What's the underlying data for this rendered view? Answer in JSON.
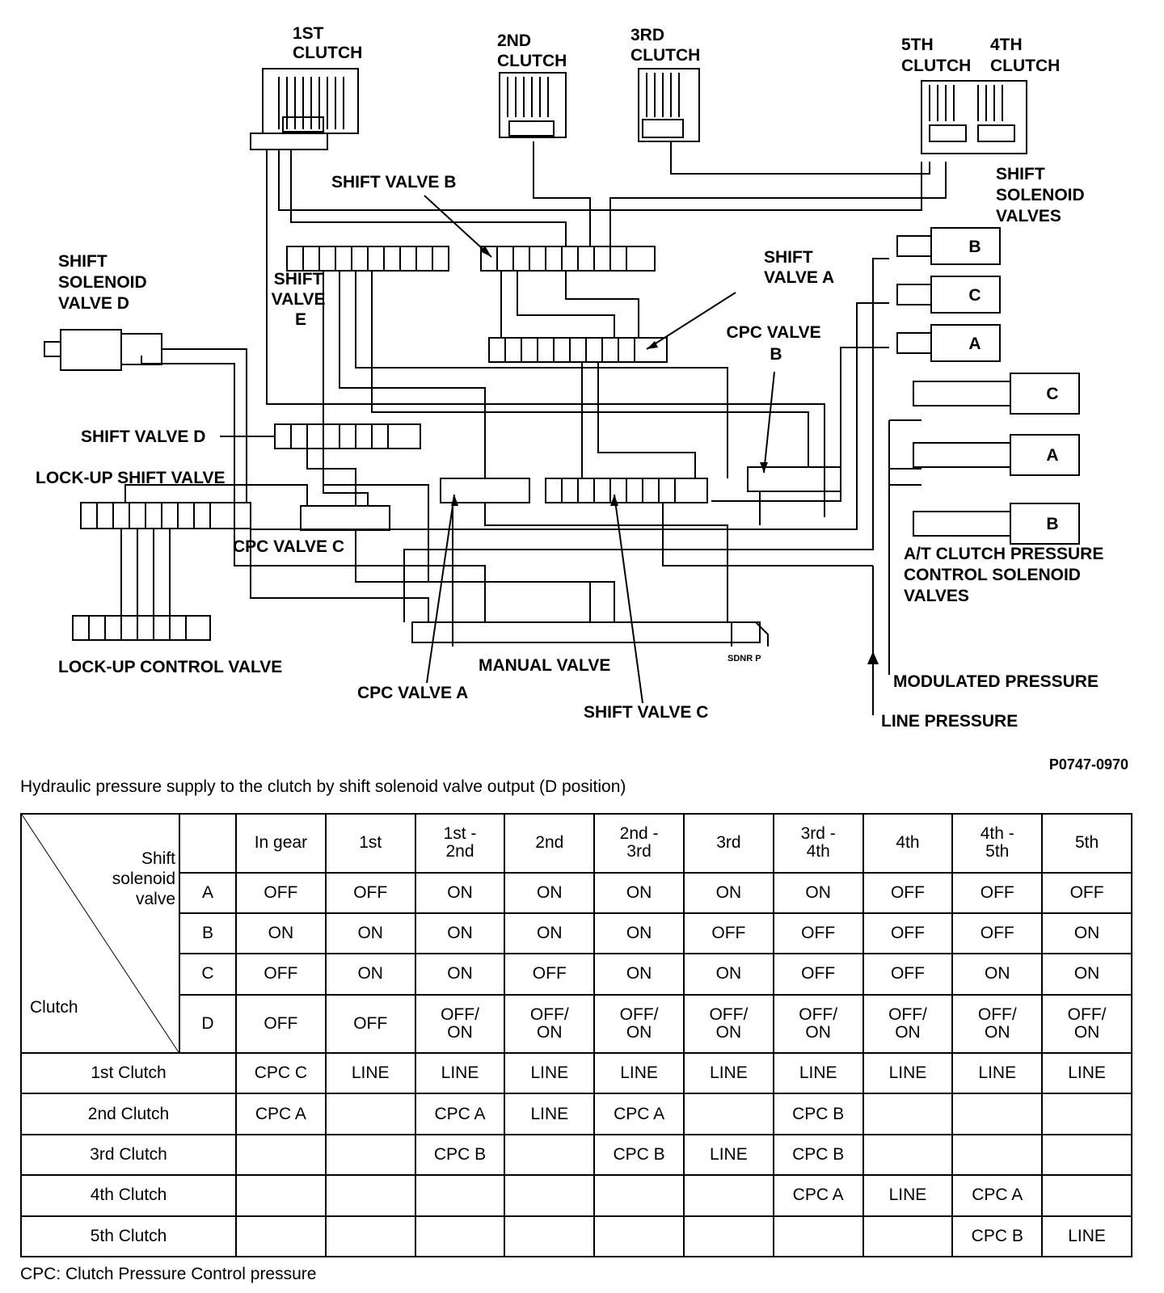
{
  "diagram": {
    "id": "P0747-0970",
    "labels": {
      "clutch1": [
        "1ST",
        "CLUTCH"
      ],
      "clutch2": [
        "2ND",
        "CLUTCH"
      ],
      "clutch3": [
        "3RD",
        "CLUTCH"
      ],
      "clutch5": [
        "5TH",
        "CLUTCH"
      ],
      "clutch4": [
        "4TH",
        "CLUTCH"
      ],
      "shift_solenoid_valves": [
        "SHIFT",
        "SOLENOID",
        "VALVES"
      ],
      "shift_valve_b": "SHIFT VALVE B",
      "shift_valve_a": [
        "SHIFT",
        "VALVE A"
      ],
      "shift_solenoid_valve_d": [
        "SHIFT",
        "SOLENOID",
        "VALVE D"
      ],
      "shift_valve_e": [
        "SHIFT",
        "VALVE",
        "E"
      ],
      "cpc_valve_b": [
        "CPC VALVE",
        "B"
      ],
      "shift_valve_d": "SHIFT VALVE D",
      "lock_up_shift_valve": "LOCK-UP SHIFT VALVE",
      "cpc_valve_c": "CPC VALVE C",
      "lock_up_control_valve": "LOCK-UP CONTROL VALVE",
      "manual_valve": "MANUAL VALVE",
      "cpc_valve_a": "CPC VALVE A",
      "shift_valve_c": "SHIFT VALVE C",
      "at_clutch_pressure": [
        "A/T CLUTCH PRESSURE",
        "CONTROL SOLENOID",
        "VALVES"
      ],
      "modulated_pressure": "MODULATED PRESSURE",
      "line_pressure": "LINE PRESSURE",
      "manual_positions": "SDNR  P"
    },
    "shift_solenoids": [
      "B",
      "C",
      "A"
    ],
    "cpc_solenoids": [
      "C",
      "A",
      "B"
    ]
  },
  "caption": "Hydraulic pressure supply to the clutch by shift solenoid valve output (D position)",
  "footnote": "CPC: Clutch Pressure Control pressure",
  "table": {
    "corner_top": [
      "Shift",
      "solenoid",
      "valve"
    ],
    "corner_bottom": "Clutch",
    "columns": [
      "In gear",
      "1st",
      "1st -\n2nd",
      "2nd",
      "2nd -\n3rd",
      "3rd",
      "3rd -\n4th",
      "4th",
      "4th -\n5th",
      "5th"
    ],
    "solenoid_rows": [
      {
        "name": "A",
        "values": [
          "OFF",
          "OFF",
          "ON",
          "ON",
          "ON",
          "ON",
          "ON",
          "OFF",
          "OFF",
          "OFF"
        ]
      },
      {
        "name": "B",
        "values": [
          "ON",
          "ON",
          "ON",
          "ON",
          "ON",
          "OFF",
          "OFF",
          "OFF",
          "OFF",
          "ON"
        ]
      },
      {
        "name": "C",
        "values": [
          "OFF",
          "ON",
          "ON",
          "OFF",
          "ON",
          "ON",
          "OFF",
          "OFF",
          "ON",
          "ON"
        ]
      },
      {
        "name": "D",
        "values": [
          "OFF",
          "OFF",
          "OFF/\nON",
          "OFF/\nON",
          "OFF/\nON",
          "OFF/\nON",
          "OFF/\nON",
          "OFF/\nON",
          "OFF/\nON",
          "OFF/\nON"
        ]
      }
    ],
    "clutch_rows": [
      {
        "name": "1st Clutch",
        "values": [
          "CPC C",
          "LINE",
          "LINE",
          "LINE",
          "LINE",
          "LINE",
          "LINE",
          "LINE",
          "LINE",
          "LINE"
        ]
      },
      {
        "name": "2nd Clutch",
        "values": [
          "CPC A",
          "",
          "CPC A",
          "LINE",
          "CPC A",
          "",
          "CPC B",
          "",
          "",
          ""
        ]
      },
      {
        "name": "3rd Clutch",
        "values": [
          "",
          "",
          "CPC B",
          "",
          "CPC B",
          "LINE",
          "CPC B",
          "",
          "",
          ""
        ]
      },
      {
        "name": "4th Clutch",
        "values": [
          "",
          "",
          "",
          "",
          "",
          "",
          "CPC A",
          "LINE",
          "CPC A",
          ""
        ]
      },
      {
        "name": "5th Clutch",
        "values": [
          "",
          "",
          "",
          "",
          "",
          "",
          "",
          "",
          "CPC B",
          "LINE"
        ]
      }
    ]
  }
}
